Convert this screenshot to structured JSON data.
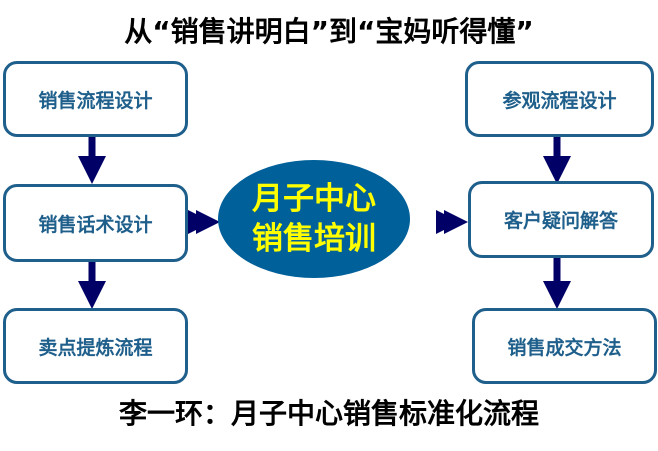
{
  "title": "从“销售讲明白”到“宝妈听得懂”",
  "center": {
    "line1": "月子中心",
    "line2": "销售培训"
  },
  "left_boxes": [
    "销售流程设计",
    "销售话术设计",
    "卖点提炼流程"
  ],
  "right_boxes": [
    "参观流程设计",
    "客户疑问解答",
    "销售成交方法"
  ],
  "footer": "李一环：月子中心销售标准化流程",
  "colors": {
    "box_border": "#1f5f8b",
    "ellipse": "#00609a",
    "center_text": "#ffff00",
    "arrow": "#000066"
  }
}
